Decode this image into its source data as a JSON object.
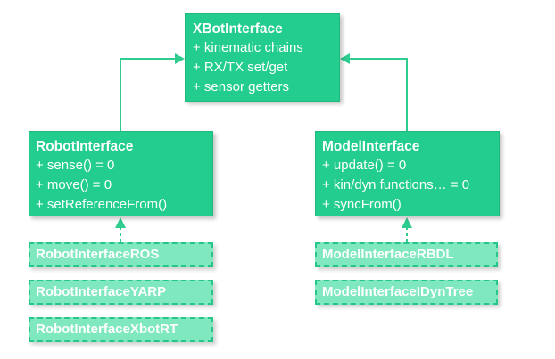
{
  "classes": {
    "xbot": {
      "name": "XBotInterface",
      "members": [
        "+ kinematic chains",
        "+ RX/TX set/get",
        "+ sensor getters"
      ]
    },
    "robot": {
      "name": "RobotInterface",
      "members": [
        "+ sense() = 0",
        "+ move() = 0",
        "+ setReferenceFrom()"
      ]
    },
    "model": {
      "name": "ModelInterface",
      "members": [
        "+ update() = 0",
        "+ kin/dyn functions… = 0",
        "+ syncFrom()"
      ]
    }
  },
  "implementations": {
    "robot": [
      "RobotInterfaceROS",
      "RobotInterfaceYARP",
      "RobotInterfaceXbotRT"
    ],
    "model": [
      "ModelInterfaceRBDL",
      "ModelInterfaceIDynTree"
    ]
  },
  "colors": {
    "box_fill": "#23cd8e",
    "impl_fill": "#7fe8bf",
    "arrow": "#2ecc8f",
    "text": "#ffffff"
  }
}
